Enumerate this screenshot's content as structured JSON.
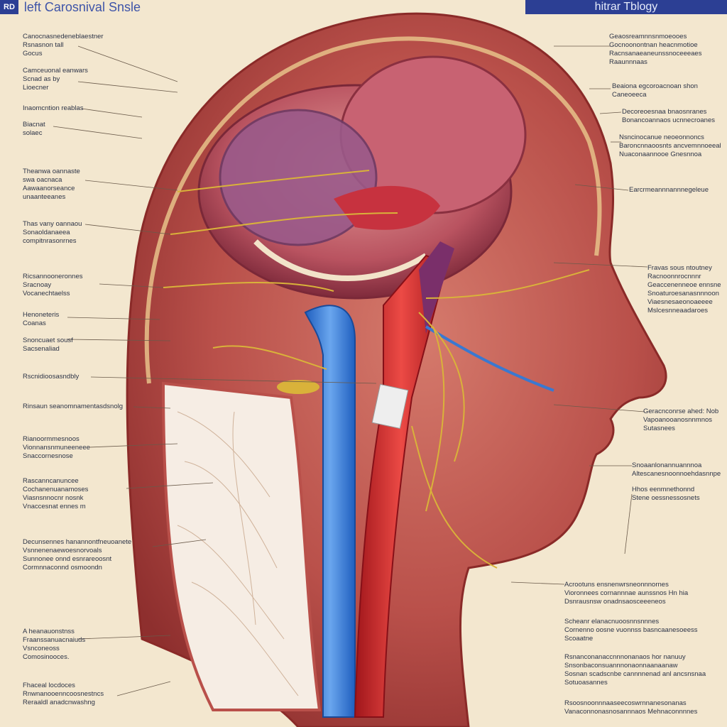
{
  "header": {
    "badge": "RD",
    "title": "left Carosnival Snsle",
    "right_title": "hitrar Tblogy"
  },
  "colors": {
    "background": "#f3e7cf",
    "header_band": "#2c3f94",
    "skin": "#b9504a",
    "artery": "#d6292a",
    "vein": "#2f74cf",
    "nerve": "#d9b23a"
  },
  "labels_left": [
    {
      "lines": [
        "Canocnasnedeneblaestner",
        "Rsnasnon tall",
        "Gocus"
      ]
    },
    {
      "lines": [
        "Camceuonal eanwars",
        "Scnad as by",
        "Lioecner"
      ]
    },
    {
      "lines": [
        "Inaomcntion reablas"
      ]
    },
    {
      "lines": [
        "Biacnat",
        "solaec"
      ]
    },
    {
      "lines": [
        "Theanwa oannaste",
        "swa oacnaca",
        "Aawaanorseance",
        "unaanteeanes"
      ]
    },
    {
      "lines": [
        "Thas vany oannaou",
        "Sonaoldanaeea",
        "compitnrasonrnes"
      ]
    },
    {
      "lines": [
        "Ricsannooneronnes",
        "Sracnoay",
        "Vocanechtaelss"
      ]
    },
    {
      "lines": [
        "Henoneteris",
        "Coanas"
      ]
    },
    {
      "lines": [
        "Snoncuaet sousf",
        "Sacsenaliad"
      ]
    },
    {
      "lines": [
        "Rscnidioosasndbly"
      ]
    },
    {
      "lines": [
        "Rinsaun seanomnamentasdsnolg"
      ]
    },
    {
      "lines": [
        "Rianoormmesnoos",
        "Vionnansnmuneeneee",
        "Snaccornesnose"
      ]
    },
    {
      "lines": [
        "Rascanncanuncee",
        "Cochanenuanamoses",
        "Viasnsnnocnr nosnk",
        "Vnaccesnat ennes m"
      ]
    },
    {
      "lines": [
        "Decunsennes hanannontfneuoanete",
        "Vsnnenenaewoesnorvoals",
        "Sunnonee onnd esnrareoosnt",
        "Cormnnaconnd osmoondn"
      ]
    },
    {
      "lines": [
        "A heanauonstnss",
        "Fraanssanuacnaiuds",
        "Vsnconeoss",
        "Comosinooces."
      ]
    },
    {
      "lines": [
        "Fhaceal locdoces",
        "Rnwnanooenncoosnestncs",
        "Reraaldl anadcnwashng"
      ]
    }
  ],
  "labels_right": [
    {
      "lines": [
        "Geaosreamnnsnmoeooes",
        "Gocnoonontnan heacnmotioe",
        "Racnsanaeaneunssnoceeeaes",
        "Raaunnnaas"
      ]
    },
    {
      "lines": [
        "Beaiona egcoroacnoan shon",
        "Caneoeeca"
      ]
    },
    {
      "lines": [
        "Decoreoesnaa bnaosnranes",
        "Bonancoannaos ucnnecroanes"
      ]
    },
    {
      "lines": [
        "Nsncinocanue neoeonnoncs",
        "Baroncnnaoosnts ancvemnnoeeal",
        "Nuaconaannooe Gnesnnoa"
      ]
    },
    {
      "lines": [
        "Earcrmeannnannnegeleue"
      ]
    },
    {
      "lines": [
        "Fravas sous ntoutney",
        "Racnoonnrocnnnr",
        "Geaccenenneoe ennsne",
        "Snoaturoesanasnnnoon",
        "Viaesnesaeonoaeeee",
        "Mslcesnneaadaroes"
      ]
    },
    {
      "lines": [
        "Geracnconrse ahed: Nob",
        "Vapoanooanosnnmnos",
        "Sutasnees"
      ]
    },
    {
      "lines": [
        "Snoaanlonannuannnoa",
        "Altescanesnoonnoehdasnnpe"
      ]
    },
    {
      "lines": [
        "Hhos eenmnethonnd",
        "Stene oessnessosnets"
      ]
    },
    {
      "lines": [
        "Acrootuns ensnenwrsneonnnornes",
        "Vioronnees cornannnae aunssnos Hn hia",
        "Dsnrausnsw onadnsaosceeeneos"
      ]
    },
    {
      "lines": [
        "Scheanr elanacnuoosnnsnnnes",
        "Cornenno oosne vuonnss basncaanesoeess",
        "Scoaatne"
      ]
    },
    {
      "lines": [
        "Rsnanconanaccnnnonanaos hor nanuuy",
        "Snsonbaconsuannnonaonnaanaanaw",
        "Sosnan scadscnbe cannnnenad anl ancsnsnaa",
        "Sotuoasannes"
      ]
    },
    {
      "lines": [
        "Rsoosnoonnnaaseecoswrnnanesonanas",
        "Vanaconnonasnosannnaos Mehnaconnnnes"
      ]
    }
  ]
}
